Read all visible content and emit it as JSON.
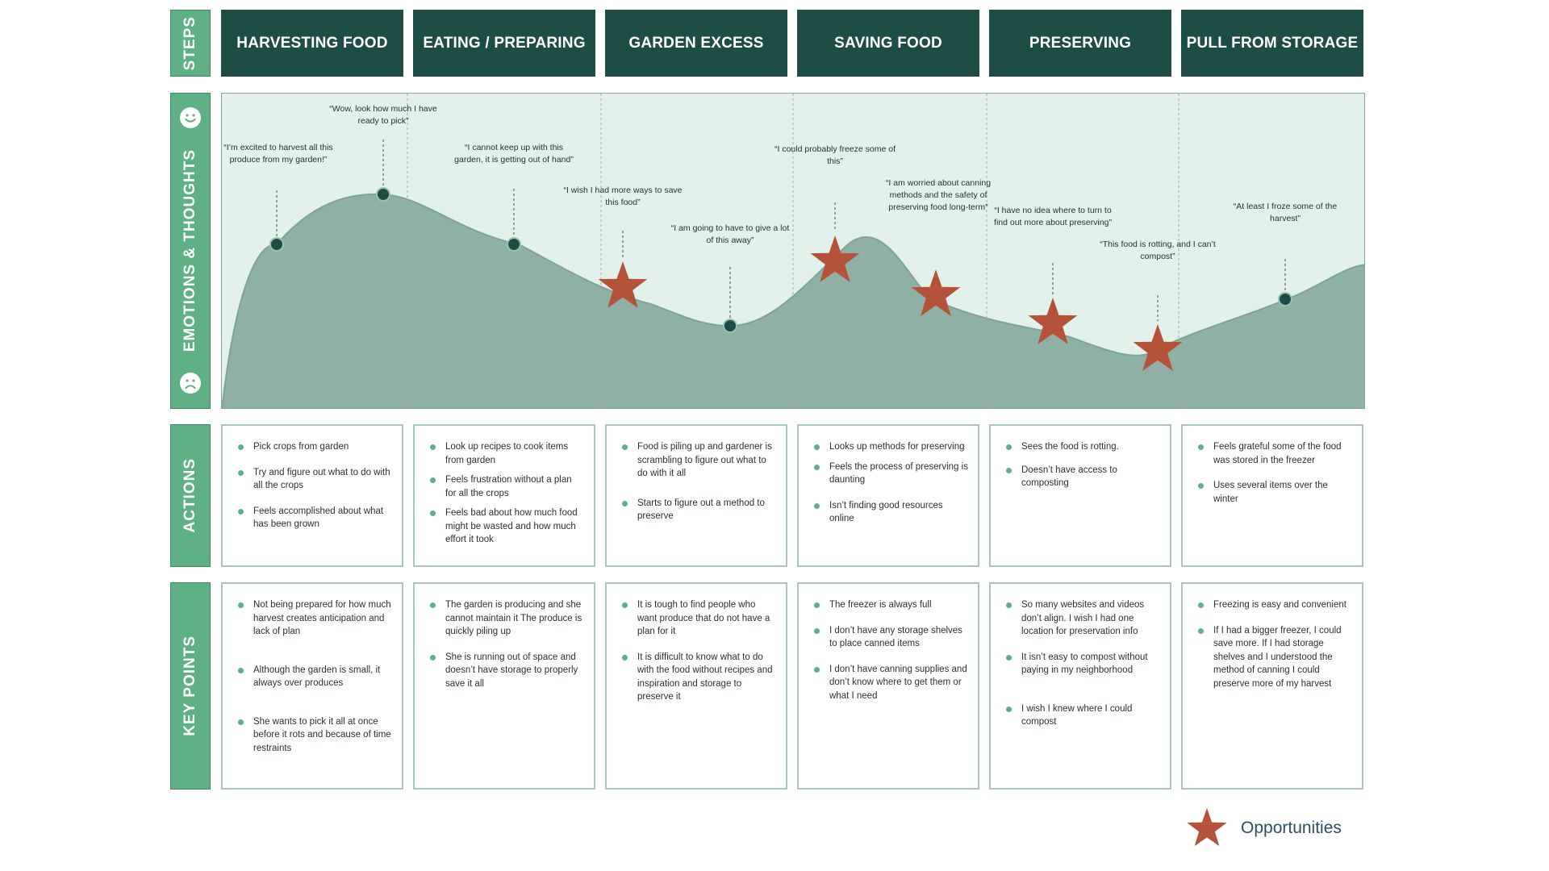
{
  "sidebar": {
    "steps": "STEPS",
    "emotions": "EMOTIONS & THOUGHTS",
    "actions": "ACTIONS",
    "key_points": "KEY POINTS"
  },
  "steps": [
    "HARVESTING FOOD",
    "EATING / PREPARING",
    "GARDEN EXCESS",
    "SAVING FOOD",
    "PRESERVING",
    "PULL FROM STORAGE"
  ],
  "quotes": [
    "“I’m excited to harvest all this produce from my garden!”",
    "“Wow, look how much I have ready to pick”",
    "“I cannot keep up with this garden, it is getting out of hand”",
    "“I wish I had more ways to save this food”",
    "“I am going to have to give a lot of this away”",
    "“I could probably freeze some of this”",
    "“I am worried about canning methods and the safety of preserving food long-term”",
    "“I have no idea where to turn to find out more about preserving”",
    "“This food is rotting, and I can’t compost”",
    "“At least I froze some of the harvest”"
  ],
  "actions": [
    [
      "Pick crops from garden",
      "Try and figure out what to do with all the crops",
      "Feels accomplished about what has been grown"
    ],
    [
      "Look up recipes to cook items from garden",
      "Feels frustration without a plan for all the crops",
      "Feels bad about how much food might be wasted and how much effort it took"
    ],
    [
      "Food is piling up and gardener is scrambling to figure out what to do with it all",
      "Starts to figure out a method to preserve"
    ],
    [
      "Looks up methods for preserving",
      "Feels the process of preserving is daunting",
      "Isn’t finding good resources online"
    ],
    [
      "Sees the food is rotting.",
      "Doesn’t have access to composting"
    ],
    [
      "Feels grateful some of the food was stored in the freezer",
      "Uses several items over the winter"
    ]
  ],
  "key_points": [
    [
      "Not being prepared for how much harvest creates anticipation and lack of plan",
      "Although the garden is small, it always over produces",
      "She wants to pick it all at once before it rots and because of time restraints"
    ],
    [
      "The garden is producing and she cannot maintain it The produce is quickly piling up",
      "She is running out of space and doesn’t have storage to properly save it all"
    ],
    [
      "It is tough to find people who want produce that do not have a plan for it",
      "It is difficult to know what to do with the food without recipes and inspiration and storage to preserve it"
    ],
    [
      "The freezer is always full",
      "I don’t have any storage shelves to place canned items",
      "I don’t have canning supplies and don’t know where to get them or what I need"
    ],
    [
      "So many websites and videos don’t align. I wish I had one location for preservation info",
      "It isn’t easy to compost without paying in my neighborhood",
      "I wish I knew where I could compost"
    ],
    [
      "Freezing is easy and convenient",
      "If I had a bigger freezer, I could save more. If I had storage shelves and I understood the method of canning I could preserve more of my harvest"
    ]
  ],
  "legend": {
    "opportunities": "Opportunities",
    "icon": "star-icon",
    "star_color": "#b5533a"
  },
  "colors": {
    "header": "#1e4d45",
    "sidebar": "#5fb084",
    "curve_fill": "#8fb1a5",
    "curve_bg": "#e2f1ea",
    "marker": "#1e4d45"
  }
}
